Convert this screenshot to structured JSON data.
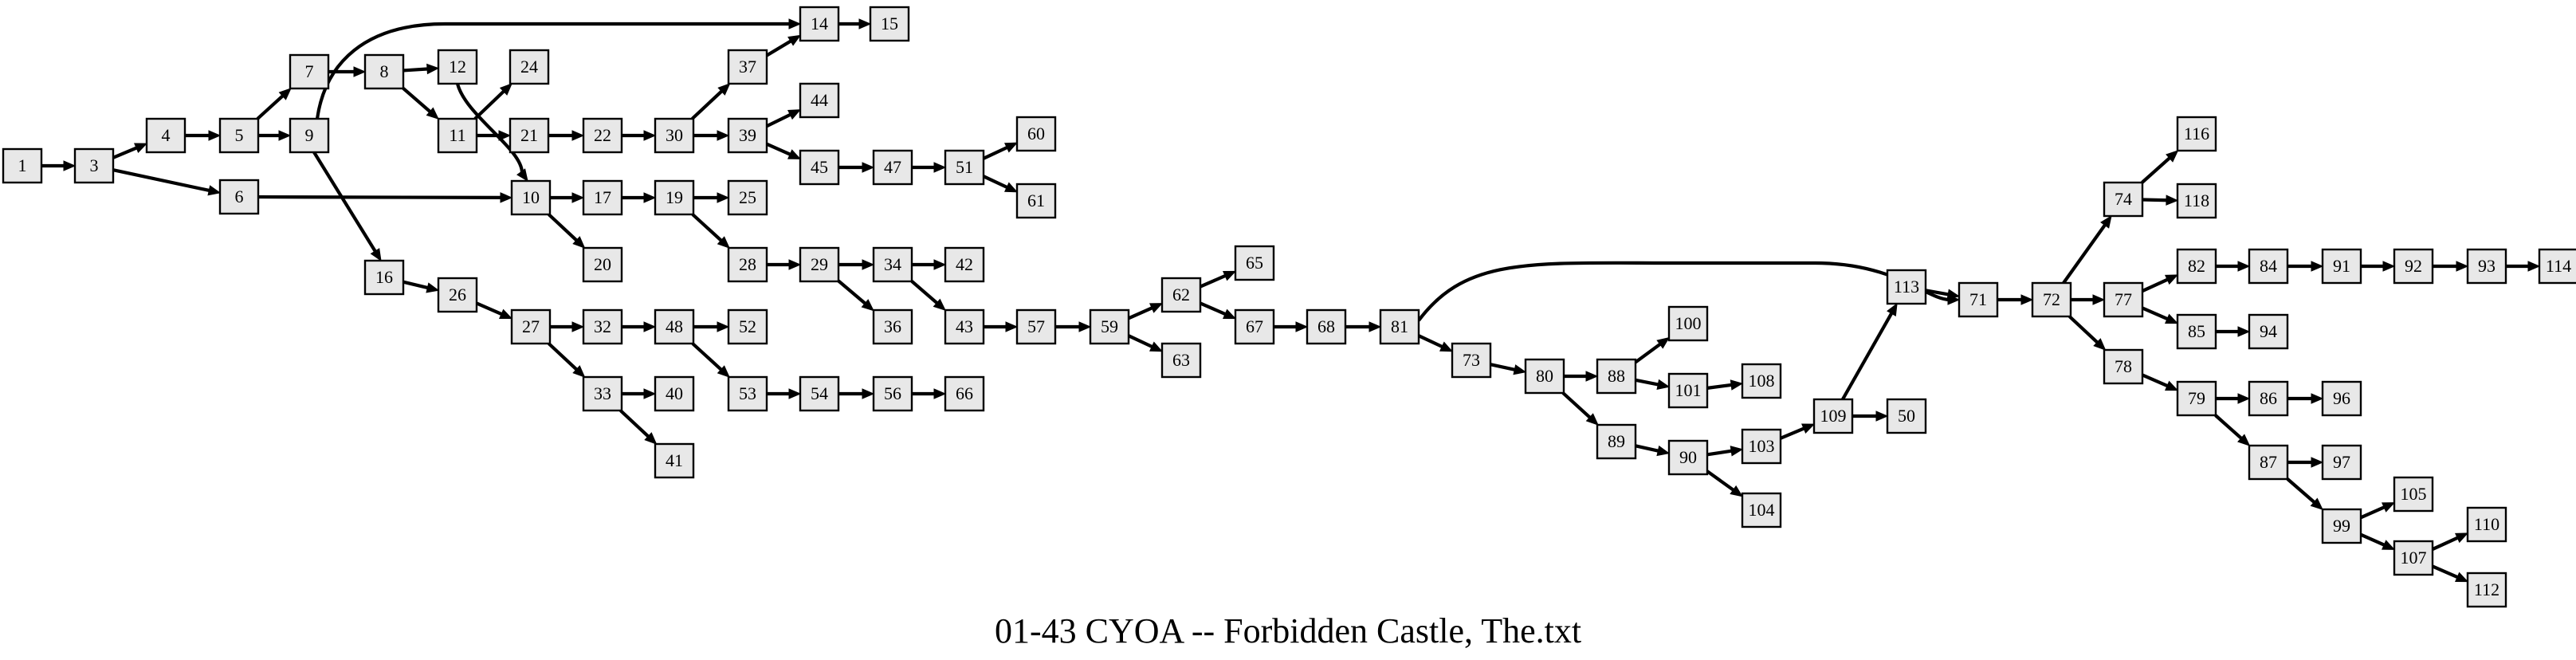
{
  "caption": "01-43 CYOA -- Forbidden Castle, The.txt",
  "colors": {
    "node_fill": "#e8e8e8",
    "stroke": "#000000",
    "background": "#ffffff"
  },
  "nodes": [
    "1",
    "3",
    "4",
    "5",
    "6",
    "7",
    "9",
    "8",
    "12",
    "11",
    "24",
    "21",
    "22",
    "30",
    "37",
    "39",
    "44",
    "45",
    "47",
    "51",
    "60",
    "61",
    "14",
    "15",
    "10",
    "17",
    "19",
    "25",
    "20",
    "16",
    "26",
    "28",
    "29",
    "34",
    "42",
    "36",
    "43",
    "57",
    "59",
    "62",
    "65",
    "67",
    "63",
    "68",
    "81",
    "27",
    "32",
    "48",
    "52",
    "33",
    "40",
    "41",
    "53",
    "54",
    "56",
    "66",
    "73",
    "80",
    "88",
    "100",
    "101",
    "108",
    "89",
    "90",
    "103",
    "104",
    "109",
    "50",
    "113",
    "71",
    "72",
    "74",
    "116",
    "118",
    "77",
    "82",
    "84",
    "91",
    "92",
    "93",
    "114",
    "85",
    "94",
    "78",
    "79",
    "86",
    "96",
    "87",
    "97",
    "99",
    "105",
    "107",
    "110",
    "112"
  ],
  "edges": [
    [
      "1",
      "3"
    ],
    [
      "3",
      "4"
    ],
    [
      "3",
      "6"
    ],
    [
      "4",
      "5"
    ],
    [
      "5",
      "7"
    ],
    [
      "5",
      "9"
    ],
    [
      "7",
      "8"
    ],
    [
      "8",
      "12"
    ],
    [
      "8",
      "11"
    ],
    [
      "9",
      "14"
    ],
    [
      "9",
      "16"
    ],
    [
      "11",
      "24"
    ],
    [
      "11",
      "21"
    ],
    [
      "12",
      "10"
    ],
    [
      "6",
      "10"
    ],
    [
      "21",
      "22"
    ],
    [
      "22",
      "30"
    ],
    [
      "30",
      "37"
    ],
    [
      "30",
      "39"
    ],
    [
      "37",
      "14"
    ],
    [
      "14",
      "15"
    ],
    [
      "39",
      "44"
    ],
    [
      "39",
      "45"
    ],
    [
      "45",
      "47"
    ],
    [
      "47",
      "51"
    ],
    [
      "51",
      "60"
    ],
    [
      "51",
      "61"
    ],
    [
      "10",
      "17"
    ],
    [
      "10",
      "20"
    ],
    [
      "17",
      "19"
    ],
    [
      "19",
      "25"
    ],
    [
      "19",
      "28"
    ],
    [
      "28",
      "29"
    ],
    [
      "29",
      "34"
    ],
    [
      "29",
      "36"
    ],
    [
      "34",
      "42"
    ],
    [
      "34",
      "43"
    ],
    [
      "43",
      "57"
    ],
    [
      "57",
      "59"
    ],
    [
      "59",
      "62"
    ],
    [
      "59",
      "63"
    ],
    [
      "62",
      "65"
    ],
    [
      "62",
      "67"
    ],
    [
      "67",
      "68"
    ],
    [
      "68",
      "81"
    ],
    [
      "81",
      "71"
    ],
    [
      "81",
      "73"
    ],
    [
      "16",
      "26"
    ],
    [
      "26",
      "27"
    ],
    [
      "27",
      "32"
    ],
    [
      "27",
      "33"
    ],
    [
      "32",
      "48"
    ],
    [
      "48",
      "52"
    ],
    [
      "48",
      "53"
    ],
    [
      "33",
      "40"
    ],
    [
      "33",
      "41"
    ],
    [
      "53",
      "54"
    ],
    [
      "54",
      "56"
    ],
    [
      "56",
      "66"
    ],
    [
      "73",
      "80"
    ],
    [
      "80",
      "88"
    ],
    [
      "80",
      "89"
    ],
    [
      "88",
      "100"
    ],
    [
      "88",
      "101"
    ],
    [
      "101",
      "108"
    ],
    [
      "89",
      "90"
    ],
    [
      "90",
      "103"
    ],
    [
      "90",
      "104"
    ],
    [
      "103",
      "109"
    ],
    [
      "109",
      "113"
    ],
    [
      "109",
      "50"
    ],
    [
      "113",
      "71"
    ],
    [
      "71",
      "72"
    ],
    [
      "72",
      "74"
    ],
    [
      "72",
      "77"
    ],
    [
      "72",
      "78"
    ],
    [
      "74",
      "116"
    ],
    [
      "74",
      "118"
    ],
    [
      "77",
      "82"
    ],
    [
      "77",
      "85"
    ],
    [
      "82",
      "84"
    ],
    [
      "84",
      "91"
    ],
    [
      "91",
      "92"
    ],
    [
      "92",
      "93"
    ],
    [
      "93",
      "114"
    ],
    [
      "85",
      "94"
    ],
    [
      "78",
      "79"
    ],
    [
      "79",
      "86"
    ],
    [
      "79",
      "87"
    ],
    [
      "86",
      "96"
    ],
    [
      "87",
      "97"
    ],
    [
      "87",
      "99"
    ],
    [
      "99",
      "105"
    ],
    [
      "99",
      "107"
    ],
    [
      "107",
      "110"
    ],
    [
      "107",
      "112"
    ]
  ]
}
